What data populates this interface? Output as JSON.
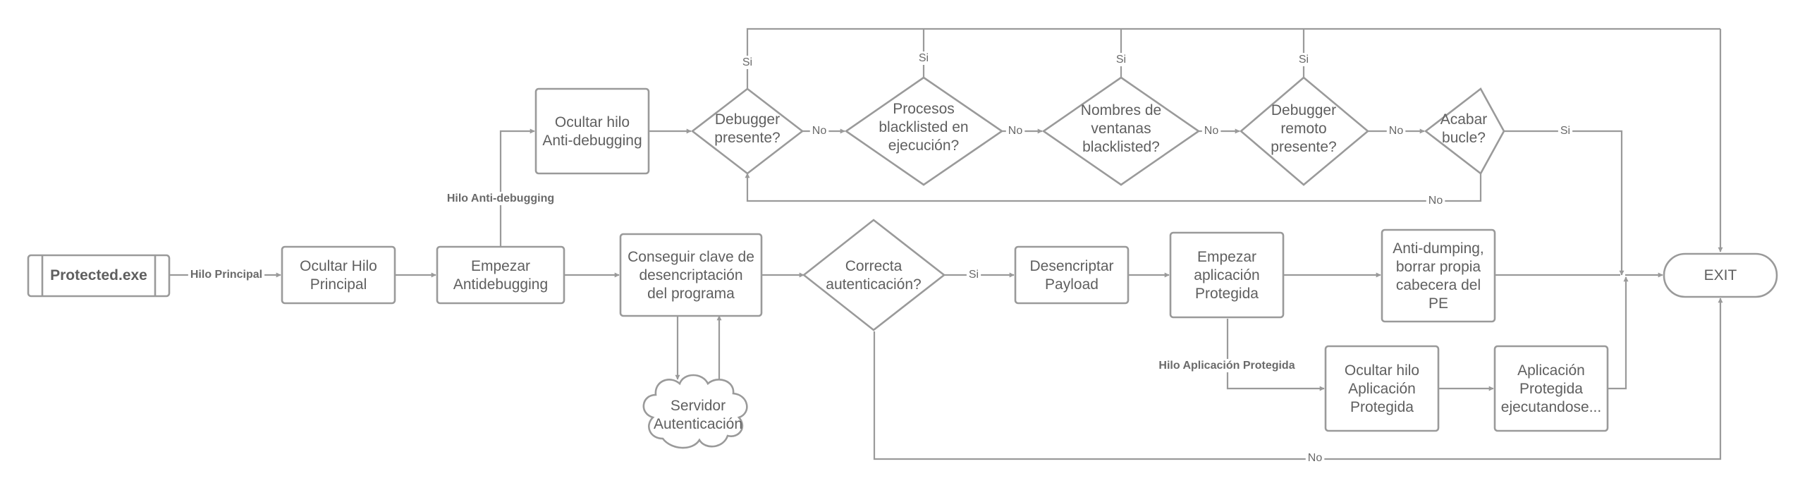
{
  "nodes": {
    "protected_exe": {
      "label": [
        "Protected.exe"
      ]
    },
    "ocultar_hilo_principal": {
      "label": [
        "Ocultar Hilo",
        "Principal"
      ]
    },
    "empezar_antidebugging": {
      "label": [
        "Empezar",
        "Antidebugging"
      ]
    },
    "ocultar_hilo_antidebugging": {
      "label": [
        "Ocultar hilo",
        "Anti-debugging"
      ]
    },
    "conseguir_clave": {
      "label": [
        "Conseguir clave de",
        "desencriptación",
        "del programa"
      ]
    },
    "servidor_autenticacion": {
      "label": [
        "Servidor",
        "Autenticación"
      ]
    },
    "correcta_autenticacion": {
      "label": [
        "Correcta",
        "autenticación?"
      ]
    },
    "desencriptar_payload": {
      "label": [
        "Desencriptar",
        "Payload"
      ]
    },
    "empezar_aplicacion": {
      "label": [
        "Empezar",
        "aplicación",
        "Protegida"
      ]
    },
    "anti_dumping": {
      "label": [
        "Anti-dumping,",
        "borrar propia",
        "cabecera del",
        "PE"
      ]
    },
    "ocultar_hilo_aplicacion": {
      "label": [
        "Ocultar hilo",
        "Aplicación",
        "Protegida"
      ]
    },
    "aplicacion_ejecutandose": {
      "label": [
        "Aplicación",
        "Protegida",
        "ejecutandose..."
      ]
    },
    "debugger_presente": {
      "label": [
        "Debugger",
        "presente?"
      ]
    },
    "procesos_blacklisted": {
      "label": [
        "Procesos",
        "blacklisted en",
        "ejecución?"
      ]
    },
    "nombres_ventanas": {
      "label": [
        "Nombres de",
        "ventanas",
        "blacklisted?"
      ]
    },
    "debugger_remoto": {
      "label": [
        "Debugger",
        "remoto",
        "presente?"
      ]
    },
    "acabar_bucle": {
      "label": [
        "Acabar",
        "bucle?"
      ]
    },
    "exit": {
      "label": [
        "EXIT"
      ]
    }
  },
  "edge_labels": {
    "hilo_principal": "Hilo Principal",
    "hilo_antidebugging": "Hilo Anti-debugging",
    "hilo_aplicacion": "Hilo Aplicación Protegida",
    "si_correcta": "Si",
    "no_correcta": "No",
    "no_debugger": "No",
    "no_procesos": "No",
    "no_nombres": "No",
    "no_remoto": "No",
    "si_debugger": "Si",
    "si_procesos": "Si",
    "si_nombres": "Si",
    "si_remoto": "Si",
    "si_acabar": "Si",
    "no_acabar": "No"
  },
  "colors": {
    "stroke": "#9a9a9a",
    "text": "#5f5f5f",
    "background": "#ffffff"
  }
}
